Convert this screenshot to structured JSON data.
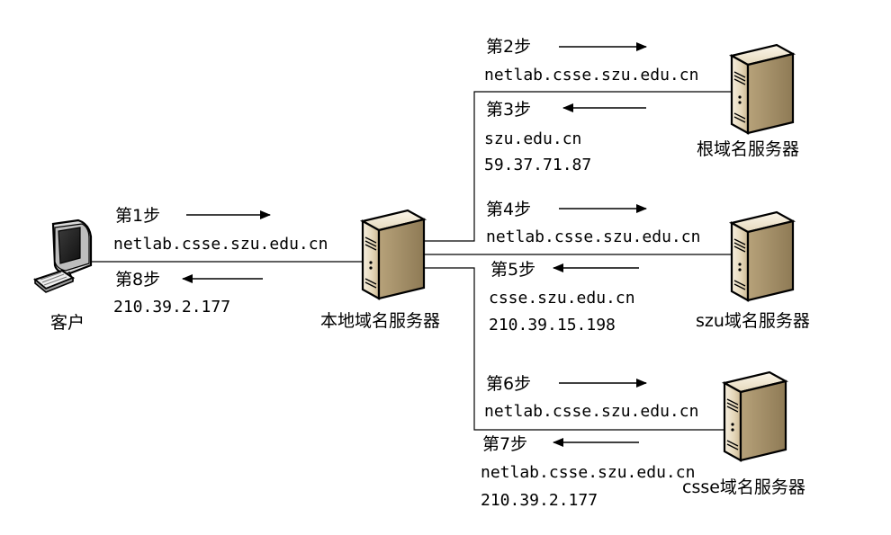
{
  "nodes": {
    "client": "客户",
    "local": "本地域名服务器",
    "root": "根域名服务器",
    "szu": "szu域名服务器",
    "csse": "csse域名服务器"
  },
  "steps": {
    "s1": {
      "label": "第1步",
      "text1": "netlab.csse.szu.edu.cn"
    },
    "s8": {
      "label": "第8步",
      "text1": "210.39.2.177"
    },
    "s2": {
      "label": "第2步",
      "text1": "netlab.csse.szu.edu.cn"
    },
    "s3": {
      "label": "第3步",
      "text1": "szu.edu.cn",
      "text2": "59.37.71.87"
    },
    "s4": {
      "label": "第4步",
      "text1": "netlab.csse.szu.edu.cn"
    },
    "s5": {
      "label": "第5步",
      "text1": "csse.szu.edu.cn",
      "text2": "210.39.15.198"
    },
    "s6": {
      "label": "第6步",
      "text1": "netlab.csse.szu.edu.cn"
    },
    "s7": {
      "label": "第7步",
      "text1": "netlab.csse.szu.edu.cn",
      "text2": "210.39.2.177"
    }
  }
}
